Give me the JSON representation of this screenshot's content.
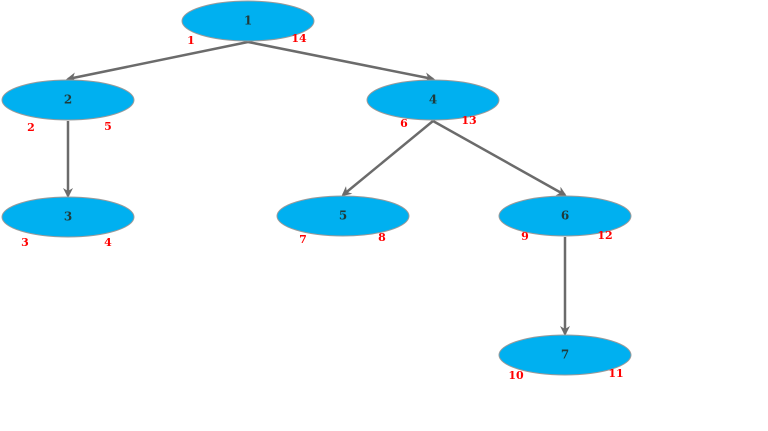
{
  "diagram": {
    "type": "tree",
    "colors": {
      "node_fill": "#00b0f0",
      "edge": "#6b6b6b",
      "numbers": "#ff0000"
    },
    "nodes": [
      {
        "id": "n1",
        "label": "1",
        "discover": "1",
        "finish": "14"
      },
      {
        "id": "n2",
        "label": "2",
        "discover": "2",
        "finish": "5"
      },
      {
        "id": "n3",
        "label": "3",
        "discover": "3",
        "finish": "4"
      },
      {
        "id": "n4",
        "label": "4",
        "discover": "6",
        "finish": "13"
      },
      {
        "id": "n5",
        "label": "5",
        "discover": "7",
        "finish": "8"
      },
      {
        "id": "n6",
        "label": "6",
        "discover": "9",
        "finish": "12"
      },
      {
        "id": "n7",
        "label": "7",
        "discover": "10",
        "finish": "11"
      }
    ],
    "edges": [
      {
        "from": "n1",
        "to": "n2"
      },
      {
        "from": "n1",
        "to": "n4"
      },
      {
        "from": "n2",
        "to": "n3"
      },
      {
        "from": "n4",
        "to": "n5"
      },
      {
        "from": "n4",
        "to": "n6"
      },
      {
        "from": "n6",
        "to": "n7"
      }
    ]
  }
}
